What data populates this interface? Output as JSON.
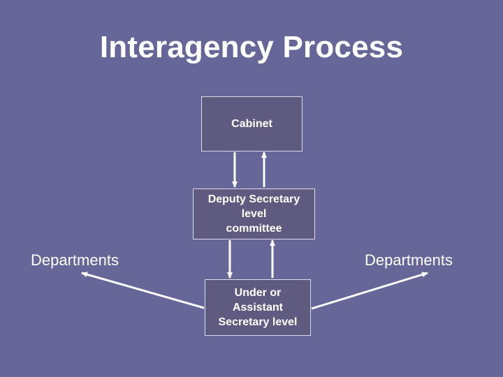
{
  "slide": {
    "title": "Interagency Process",
    "nodes": {
      "cabinet": "Cabinet",
      "deputy": "Deputy Secretary\nlevel\ncommittee",
      "under": "Under or\nAssistant\nSecretary level",
      "departments_left": "Departments",
      "departments_right": "Departments"
    }
  },
  "colors": {
    "background": "#666699",
    "box_fill": "#5f5a80",
    "box_border": "#dcdcec",
    "text": "#ffffff",
    "arrow": "#ffffff"
  },
  "edges": [
    {
      "from": "cabinet",
      "to": "deputy"
    },
    {
      "from": "deputy",
      "to": "cabinet"
    },
    {
      "from": "deputy",
      "to": "under"
    },
    {
      "from": "under",
      "to": "deputy"
    },
    {
      "from": "under",
      "to": "departments_left"
    },
    {
      "from": "under",
      "to": "departments_right"
    }
  ]
}
